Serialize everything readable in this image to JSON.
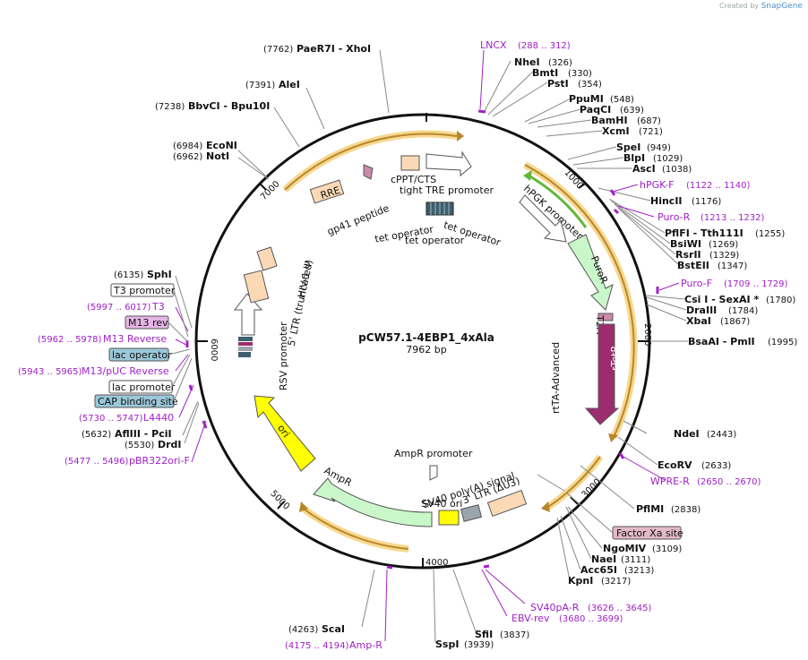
{
  "credit": {
    "prefix": "Created by",
    "brand": "SnapGene"
  },
  "plasmid": {
    "name": "pCW57.1-4EBP1_4xAla",
    "length": "7962 bp"
  },
  "ticks": [
    "1000",
    "2000",
    "3000",
    "4000",
    "5000",
    "6000",
    "7000"
  ],
  "sites": [
    {
      "name": "PaeR7I - XhoI",
      "pos": "(7762)"
    },
    {
      "name": "AleI",
      "pos": "(7391)"
    },
    {
      "name": "BbvCI - Bpu10I",
      "pos": "(7238)"
    },
    {
      "name": "EcoNI",
      "pos": "(6984)"
    },
    {
      "name": "NotI",
      "pos": "(6962)"
    },
    {
      "name": "SphI",
      "pos": "(6135)"
    },
    {
      "name": "AflIII - PciI",
      "pos": "(5632)"
    },
    {
      "name": "DrdI",
      "pos": "(5530)"
    },
    {
      "name": "NheI",
      "pos": "(326)"
    },
    {
      "name": "BmtI",
      "pos": "(330)"
    },
    {
      "name": "PstI",
      "pos": "(354)"
    },
    {
      "name": "PpuMI",
      "pos": "(548)"
    },
    {
      "name": "PaqCI",
      "pos": "(639)"
    },
    {
      "name": "BamHI",
      "pos": "(687)"
    },
    {
      "name": "XcmI",
      "pos": "(721)"
    },
    {
      "name": "SpeI",
      "pos": "(949)"
    },
    {
      "name": "BlpI",
      "pos": "(1029)"
    },
    {
      "name": "AscI",
      "pos": "(1038)"
    },
    {
      "name": "HincII",
      "pos": "(1176)"
    },
    {
      "name": "PflFI - Tth111I",
      "pos": "(1255)"
    },
    {
      "name": "BsiWI",
      "pos": "(1269)"
    },
    {
      "name": "RsrII",
      "pos": "(1329)"
    },
    {
      "name": "BstEII",
      "pos": "(1347)"
    },
    {
      "name": "Csi I - SexAI *",
      "pos": "(1780)"
    },
    {
      "name": "DraIII",
      "pos": "(1784)"
    },
    {
      "name": "XbaI",
      "pos": "(1867)"
    },
    {
      "name": "BsaAI - PmlI",
      "pos": "(1995)"
    },
    {
      "name": "NdeI",
      "pos": "(2443)"
    },
    {
      "name": "EcoRV",
      "pos": "(2633)"
    },
    {
      "name": "PflMI",
      "pos": "(2838)"
    },
    {
      "name": "NgoMIV",
      "pos": "(3109)"
    },
    {
      "name": "NaeI",
      "pos": "(3111)"
    },
    {
      "name": "Acc65I",
      "pos": "(3213)"
    },
    {
      "name": "KpnI",
      "pos": "(3217)"
    },
    {
      "name": "SfiI",
      "pos": "(3837)"
    },
    {
      "name": "SspI",
      "pos": "(3939)"
    },
    {
      "name": "ScaI",
      "pos": "(4263)"
    }
  ],
  "primers": [
    {
      "name": "LNCX",
      "pos": "(288 .. 312)"
    },
    {
      "name": "hPGK-F",
      "pos": "(1122 .. 1140)"
    },
    {
      "name": "Puro-R",
      "pos": "(1213 .. 1232)"
    },
    {
      "name": "Puro-F",
      "pos": "(1709 .. 1729)"
    },
    {
      "name": "WPRE-R",
      "pos": "(2650 .. 2670)"
    },
    {
      "name": "SV40pA-R",
      "pos": "(3626 .. 3645)"
    },
    {
      "name": "EBV-rev",
      "pos": "(3680 .. 3699)"
    },
    {
      "name": "Amp-R",
      "pos": "(4175 .. 4194)"
    },
    {
      "name": "pBR322ori-F",
      "pos": "(5477 .. 5496)"
    },
    {
      "name": "L4440",
      "pos": "(5730 .. 5747)"
    },
    {
      "name": "M13/pUC Reverse",
      "pos": "(5943 .. 5965)"
    },
    {
      "name": "M13 Reverse",
      "pos": "(5962 .. 5978)"
    },
    {
      "name": "T3",
      "pos": "(5997 .. 6017)"
    }
  ],
  "boxes": [
    "T3 promoter",
    "M13 rev",
    "lac operator",
    "lac promoter",
    "CAP binding site",
    "Factor Xa site"
  ],
  "features": {
    "rre": "RRE",
    "gp41": "gp41 peptide",
    "cppt": "cPPT/CTS",
    "tight_tre": "tight TRE promoter",
    "tet_op1": "tet operator",
    "tet_op2": "tet operator",
    "tet_op3": "tet operator",
    "hpgk": "hPGK promoter",
    "puror": "PuroR",
    "t2a": "T2A",
    "rteter": "rTetR",
    "rtta": "rtTA-Advanced",
    "ltr3": "3' LTR (ΔU3)",
    "sv40pa": "SV40 poly(A) signal",
    "sv40ori": "SV40 ori",
    "ampr_prom": "AmpR promoter",
    "ampr": "AmpR",
    "ori": "ori",
    "rsv": "RSV promoter",
    "ltr5": "5' LTR (truncated)",
    "hiv": "HIV-1 Ψ"
  },
  "colors": {
    "backbone": "#111111",
    "primer": "#a020c8",
    "lentiArc": "#f2c24f",
    "puror": "#c9f7c9",
    "rtet": "#9b2d6e",
    "ori": "#ffff00",
    "ampr": "#c9f7c9",
    "ltr": "#fbd9b7",
    "tetop": "#3f5f6e",
    "hpgkArc": "#5fb83a"
  }
}
